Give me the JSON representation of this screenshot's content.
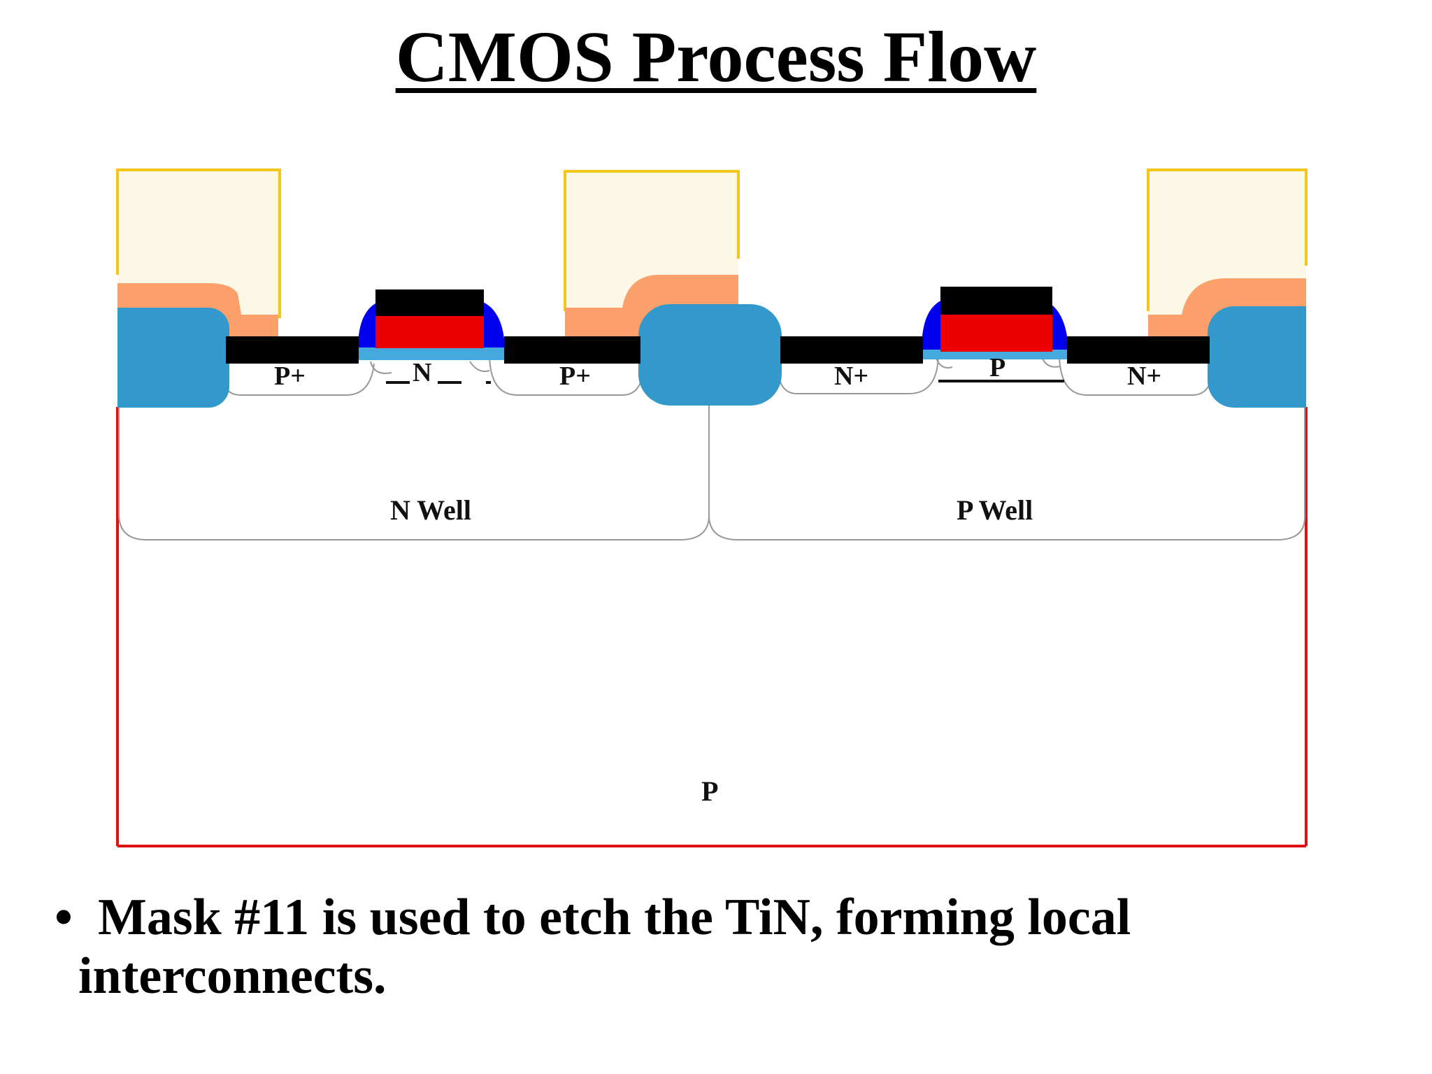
{
  "slide": {
    "title": "CMOS Process Flow",
    "bullet_symbol": "•",
    "bullet_line1": "Mask #11 is used to etch the TiN, forming local",
    "bullet_line2": "interconnects."
  },
  "diagram": {
    "labels": {
      "p_plus_left": "P+",
      "n_channel": "N",
      "p_plus_right": "P+",
      "n_plus_left": "N+",
      "p_channel": "P",
      "n_plus_right": "N+",
      "n_well": "N Well",
      "p_well": "P Well",
      "substrate": "P"
    },
    "colors": {
      "field_oxide": "#3399cc",
      "tin_local_interconnect": "#000000",
      "polysilicon_gate": "#ee0000",
      "spacer": "#0000ee",
      "gate_oxide": "#44aadd",
      "photoresist": "#fdf8e6",
      "photoresist_outline": "#f5c518",
      "oxide_layer": "#fba06b",
      "substrate_outline": "#dd1111"
    }
  }
}
